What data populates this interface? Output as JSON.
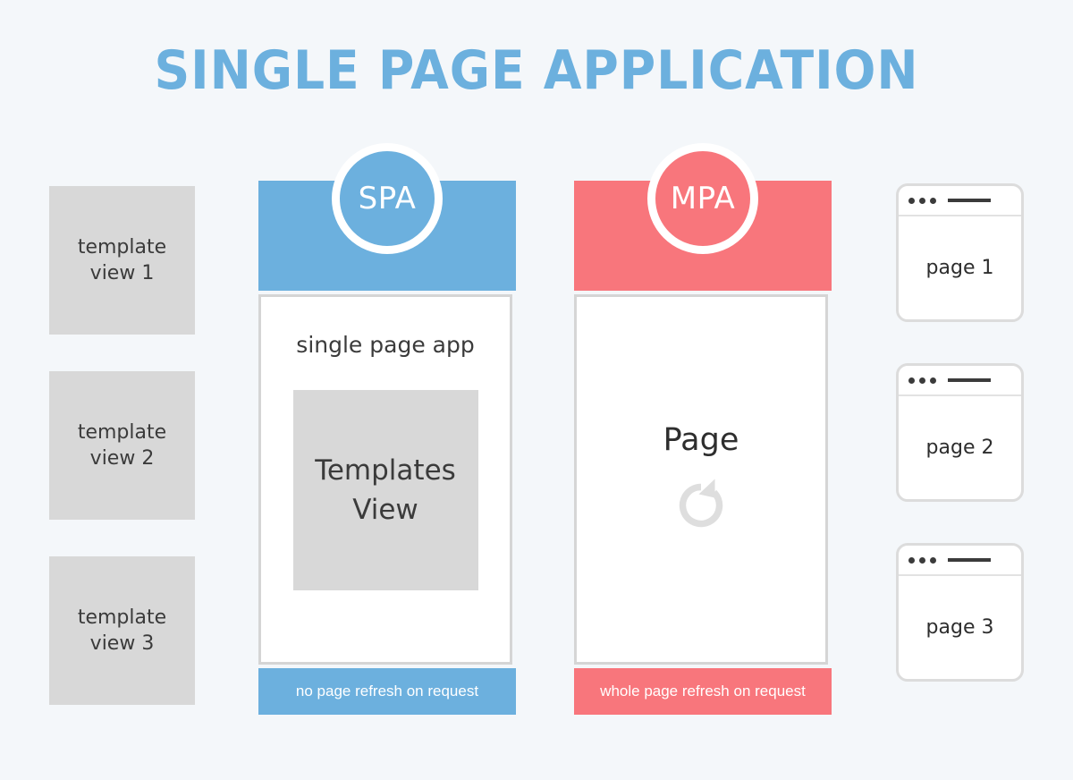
{
  "title": "SINGLE PAGE APPLICATION",
  "colors": {
    "background": "#f4f7fa",
    "spa_blue": "#6cb0de",
    "mpa_red": "#f8767c",
    "gray_box": "#d8d8d8",
    "border_gray": "#d5d5d5",
    "text_dark": "#3b3b3b"
  },
  "template_views": [
    {
      "line1": "template",
      "line2": "view 1"
    },
    {
      "line1": "template",
      "line2": "view 2"
    },
    {
      "line1": "template",
      "line2": "view 3"
    }
  ],
  "spa_panel": {
    "badge": "SPA",
    "caption": "single page app",
    "inner_box_line1": "Templates",
    "inner_box_line2": "View",
    "footer": "no page refresh on request"
  },
  "mpa_panel": {
    "badge": "MPA",
    "page_label": "Page",
    "refresh_icon": "refresh-icon",
    "footer": "whole page refresh on request"
  },
  "browser_cards": [
    {
      "label": "page 1"
    },
    {
      "label": "page 2"
    },
    {
      "label": "page 3"
    }
  ]
}
